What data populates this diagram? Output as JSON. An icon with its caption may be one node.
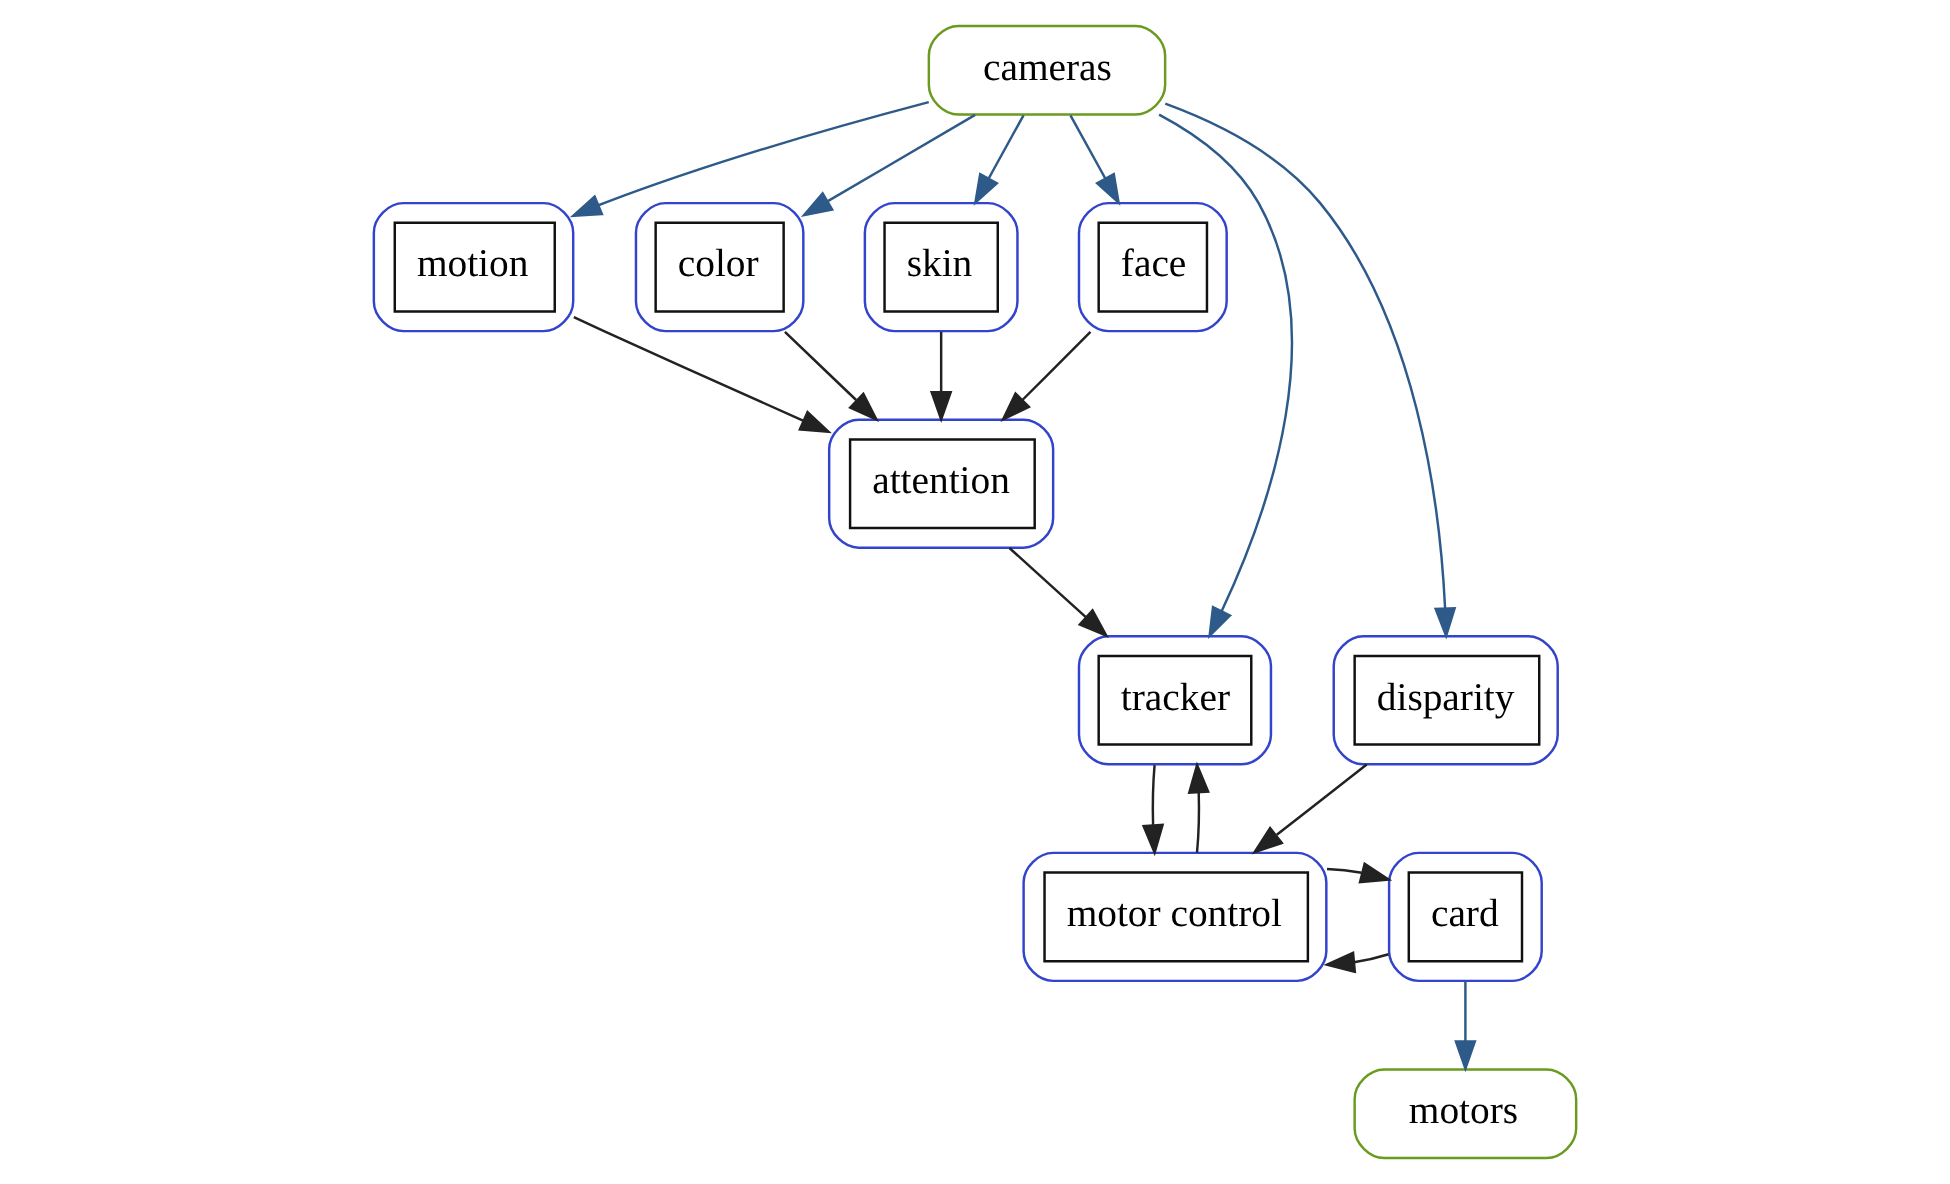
{
  "diagram": {
    "nodes": [
      {
        "text": [
          "cameras"
        ]
      },
      {
        "text": [
          "motion"
        ]
      },
      {
        "text": [
          "color"
        ]
      },
      {
        "text": [
          "skin"
        ]
      },
      {
        "text": [
          "face"
        ]
      },
      {
        "text": [
          "attention"
        ]
      },
      {
        "text": [
          "tracker"
        ]
      },
      {
        "text": [
          "disparity"
        ]
      },
      {
        "text": [
          "motors"
        ]
      },
      {
        "text": [
          "card"
        ]
      },
      {
        "text": [
          "motor control"
        ]
      }
    ],
    "edges": [
      {
        "from": 0,
        "to": 1,
        "arrow": "to",
        "color": "#2e5a8a"
      },
      {
        "from": 0,
        "to": 2,
        "arrow": "to",
        "color": "#2e5a8a"
      },
      {
        "from": 0,
        "to": 3,
        "arrow": "to",
        "color": "#2e5a8a"
      },
      {
        "from": 0,
        "to": 4,
        "arrow": "to",
        "color": "#2e5a8a"
      },
      {
        "from": 0,
        "to": 6,
        "arrow": "to",
        "color": "#2e5a8a"
      },
      {
        "from": 0,
        "to": 7,
        "arrow": "to",
        "color": "#2e5a8a"
      },
      {
        "from": 1,
        "to": 5,
        "arrow": "to"
      },
      {
        "from": 2,
        "to": 5,
        "arrow": "to"
      },
      {
        "from": 3,
        "to": 5,
        "arrow": "to"
      },
      {
        "from": 4,
        "to": 5,
        "arrow": "to"
      },
      {
        "from": 5,
        "to": 6,
        "arrow": "to"
      },
      {
        "from": 6,
        "to": 10,
        "arrow": "to"
      },
      {
        "from": 10,
        "to": 6,
        "arrow": "to"
      },
      {
        "from": 7,
        "to": 10,
        "arrow": "to"
      },
      {
        "from": 9,
        "to": 10,
        "arrow": "to"
      },
      {
        "from": 10,
        "to": 9,
        "arrow": "to"
      },
      {
        "from": 9,
        "to": 8,
        "arrow": "to",
        "color": "#2e5a8a"
      }
    ]
  }
}
